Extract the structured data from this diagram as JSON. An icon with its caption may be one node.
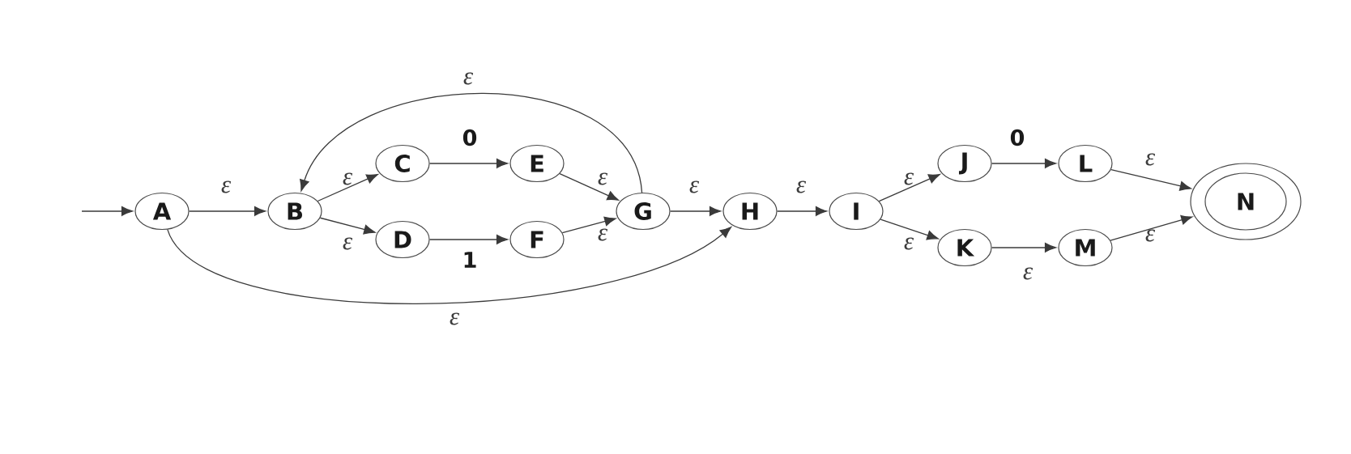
{
  "diagram": {
    "nodes": [
      {
        "text": [
          "A"
        ]
      },
      {
        "text": [
          "B"
        ]
      },
      {
        "text": [
          "C"
        ]
      },
      {
        "text": [
          "D"
        ]
      },
      {
        "text": [
          "E"
        ]
      },
      {
        "text": [
          "F"
        ]
      },
      {
        "text": [
          "G"
        ]
      },
      {
        "text": [
          "H"
        ]
      },
      {
        "text": [
          "I"
        ]
      },
      {
        "text": [
          "J"
        ]
      },
      {
        "text": [
          "K"
        ]
      },
      {
        "text": [
          "L"
        ]
      },
      {
        "text": [
          "M"
        ]
      },
      {
        "text": [
          "N"
        ]
      }
    ],
    "edges": [
      {
        "from": null,
        "to": 0,
        "arrow": "to"
      },
      {
        "from": 0,
        "to": 1,
        "arrow": "to",
        "label": "ε"
      },
      {
        "from": 1,
        "to": 2,
        "arrow": "to",
        "label": "ε"
      },
      {
        "from": 1,
        "to": 3,
        "arrow": "to",
        "label": "ε"
      },
      {
        "from": 2,
        "to": 4,
        "arrow": "to",
        "label": "0"
      },
      {
        "from": 3,
        "to": 5,
        "arrow": "to",
        "label": "1"
      },
      {
        "from": 4,
        "to": 6,
        "arrow": "to",
        "label": "ε"
      },
      {
        "from": 5,
        "to": 6,
        "arrow": "to",
        "label": "ε"
      },
      {
        "from": 6,
        "to": 1,
        "arrow": "to",
        "label": "ε"
      },
      {
        "from": 6,
        "to": 7,
        "arrow": "to",
        "label": "ε"
      },
      {
        "from": 0,
        "to": 7,
        "arrow": "to",
        "label": "ε"
      },
      {
        "from": 7,
        "to": 8,
        "arrow": "to",
        "label": "ε"
      },
      {
        "from": 8,
        "to": 9,
        "arrow": "to",
        "label": "ε"
      },
      {
        "from": 8,
        "to": 10,
        "arrow": "to",
        "label": "ε"
      },
      {
        "from": 9,
        "to": 11,
        "arrow": "to",
        "label": "0"
      },
      {
        "from": 10,
        "to": 12,
        "arrow": "to",
        "label": "ε"
      },
      {
        "from": 11,
        "to": 13,
        "arrow": "to",
        "label": "ε"
      },
      {
        "from": 12,
        "to": 13,
        "arrow": "to",
        "label": "ε"
      }
    ]
  }
}
